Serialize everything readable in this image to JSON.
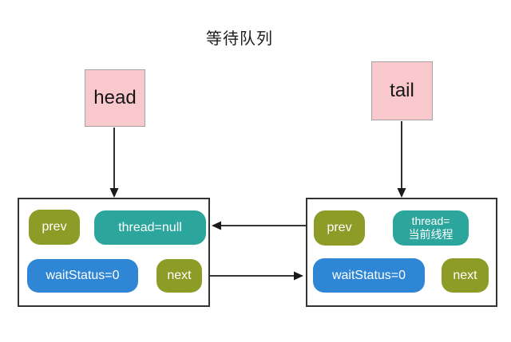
{
  "title": "等待队列",
  "pointers": {
    "head": {
      "label": "head"
    },
    "tail": {
      "label": "tail"
    }
  },
  "nodes": {
    "left": {
      "prev": "prev",
      "thread": "thread=null",
      "waitStatus": "waitStatus=0",
      "next": "next"
    },
    "right": {
      "prev": "prev",
      "thread_line1": "thread=",
      "thread_line2": "当前线程",
      "waitStatus": "waitStatus=0",
      "next": "next"
    }
  },
  "colors": {
    "background": "#ffffff",
    "pointer_fill": "#f9c8cd",
    "pointer_border": "#a3a3a3",
    "field_olive": "#8d9c26",
    "field_teal": "#2ca69c",
    "field_blue": "#2e86d5",
    "node_border": "#333333",
    "arrow": "#1a1a1a",
    "pill_text": "#ffffff",
    "title_text": "#1c1c1c"
  }
}
